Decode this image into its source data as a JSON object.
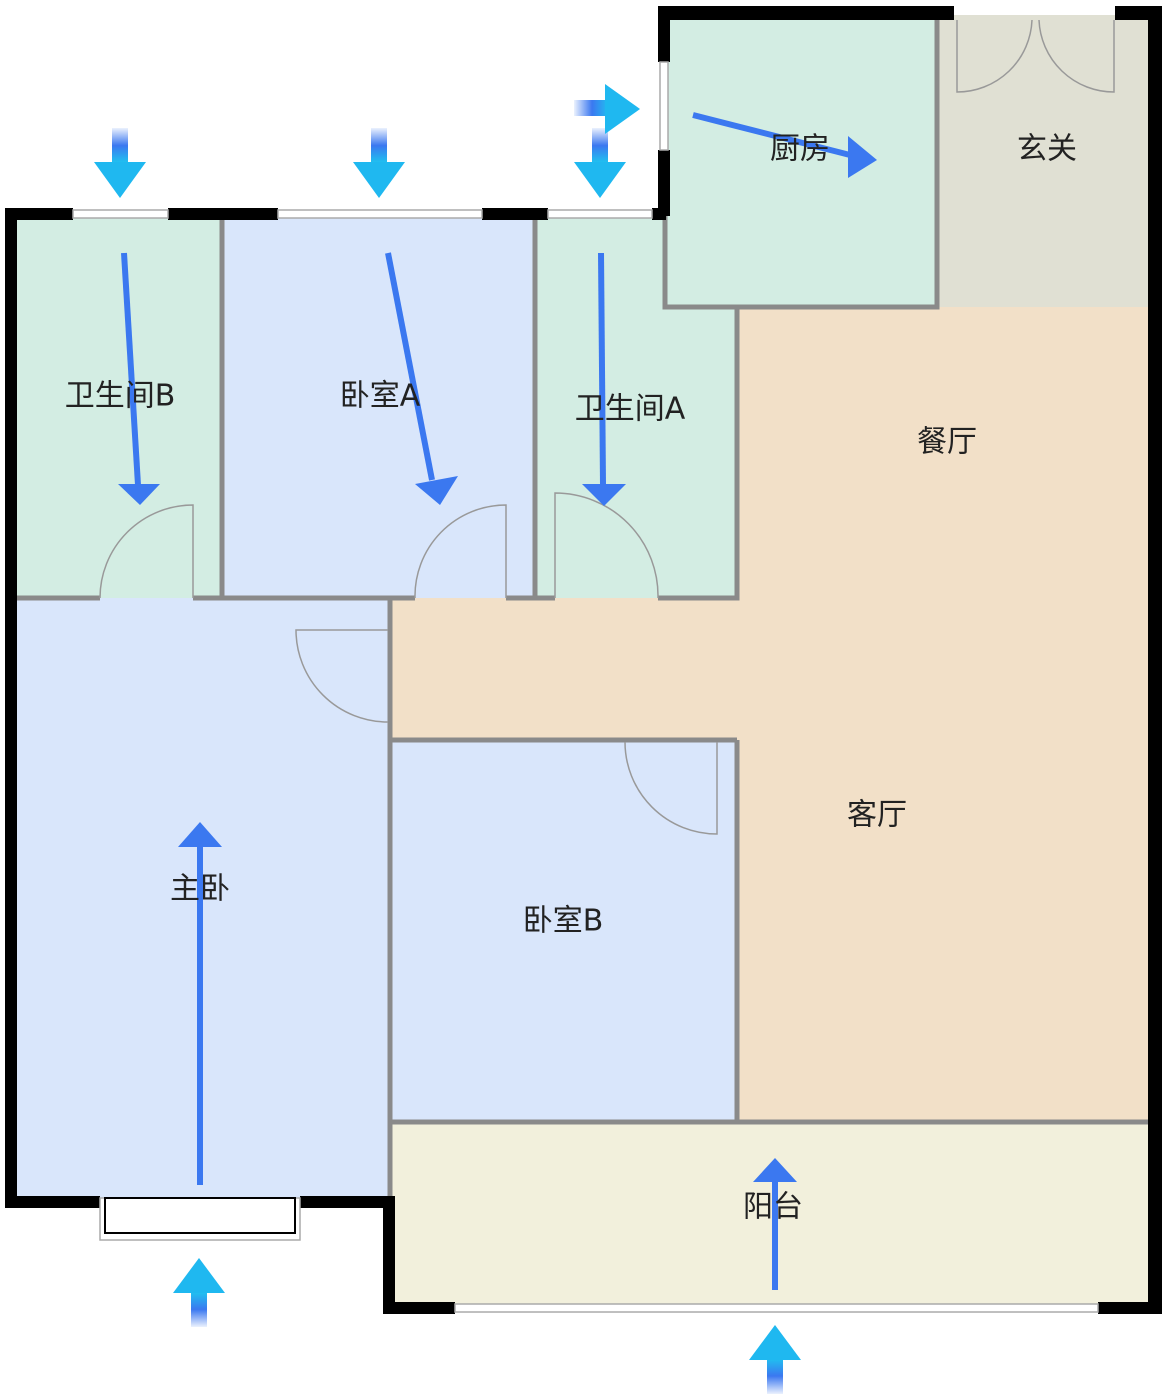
{
  "plan": {
    "rooms": {
      "bathroom_b": "卫生间B",
      "bedroom_a": "卧室A",
      "bathroom_a": "卫生间A",
      "kitchen": "厨房",
      "entrance": "玄关",
      "dining": "餐厅",
      "living": "客厅",
      "master_bedroom": "主卧",
      "bedroom_b": "卧室B",
      "balcony": "阳台"
    },
    "colors": {
      "wet_room": "#d3ede3",
      "bedroom": "#d9e6fb",
      "living": "#f2e0c8",
      "entrance": "#e0e0d3",
      "balcony": "#f2f0dc",
      "airflow": "#3b78f0",
      "inflow": "#1fc3f0"
    }
  }
}
